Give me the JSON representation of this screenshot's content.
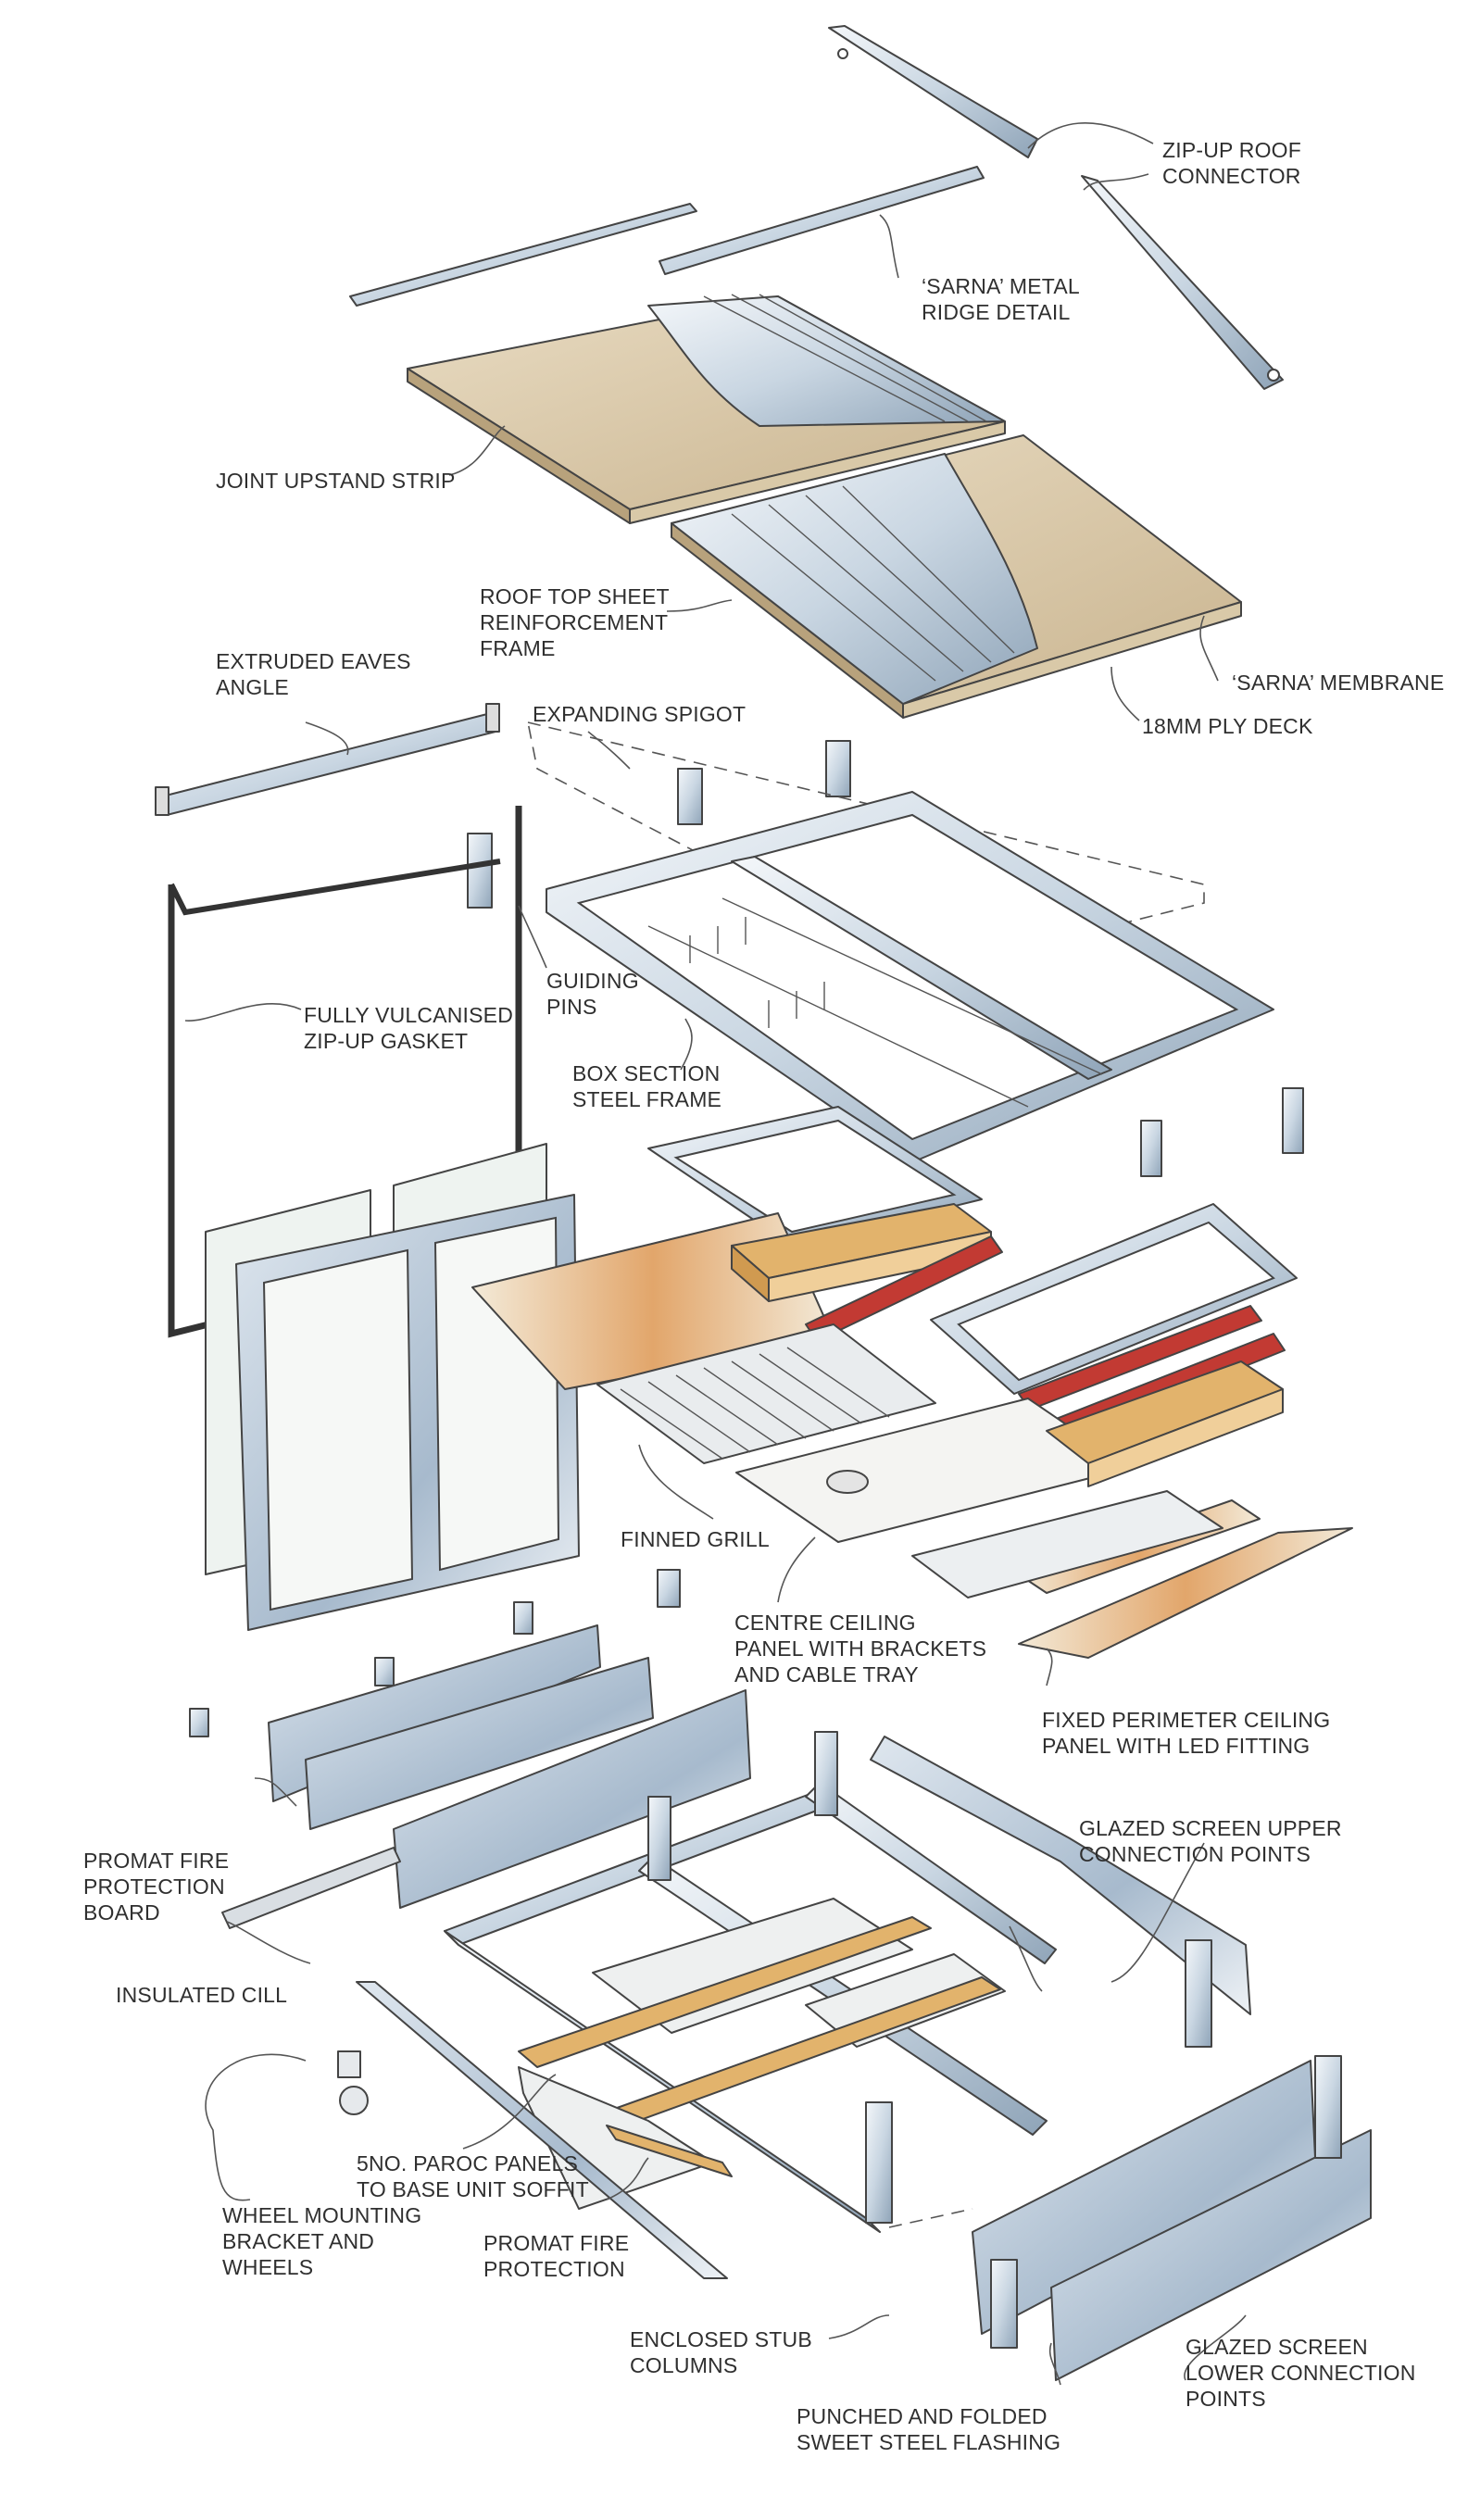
{
  "labels": {
    "zip_up_roof_connector": "ZIP-UP ROOF\nCONNECTOR",
    "sarna_metal_ridge": "‘SARNA’ METAL\nRIDGE DETAIL",
    "joint_upstand_strip": "JOINT UPSTAND STRIP",
    "roof_top_sheet": "ROOF TOP SHEET\nREINFORCEMENT\nFRAME",
    "sarna_membrane": "‘SARNA’ MEMBRANE",
    "ply_deck": "18MM PLY DECK",
    "extruded_eaves_angle": "EXTRUDED EAVES\nANGLE",
    "expanding_spigot": "EXPANDING SPIGOT",
    "guiding_pins": "GUIDING\nPINS",
    "zip_up_gasket": "FULLY VULCANISED\nZIP-UP GASKET",
    "box_section_frame": "BOX SECTION\nSTEEL FRAME",
    "finned_grill": "FINNED GRILL",
    "centre_ceiling_panel": "CENTRE CEILING\nPANEL WITH BRACKETS\nAND CABLE TRAY",
    "fixed_perimeter_panel": "FIXED PERIMETER CEILING\nPANEL WITH LED FITTING",
    "promat_board": "PROMAT FIRE\nPROTECTION\nBOARD",
    "glazed_upper_points": "GLAZED SCREEN UPPER\nCONNECTION POINTS",
    "insulated_cill": "INSULATED CILL",
    "paroc_panels": "5NO. PAROC PANELS\nTO BASE UNIT SOFFIT",
    "wheel_bracket": "WHEEL MOUNTING\nBRACKET AND\nWHEELS",
    "promat_protection": "PROMAT FIRE\nPROTECTION",
    "enclosed_stub_columns": "ENCLOSED STUB\nCOLUMNS",
    "glazed_lower_points": "GLAZED SCREEN\nLOWER CONNECTION\nPOINTS",
    "punched_flashing": "PUNCHED AND FOLDED\nSWEET STEEL FLASHING"
  },
  "colors": {
    "ink": "#2f2f2f",
    "steel": "#c9d6e2",
    "steel_dark": "#8fa4b8",
    "ply": "#d8c7a6",
    "timber": "#e2b36c",
    "red_pipe": "#c23a33",
    "ceiling": "#d9a06a",
    "glass": "#eef3f0"
  }
}
